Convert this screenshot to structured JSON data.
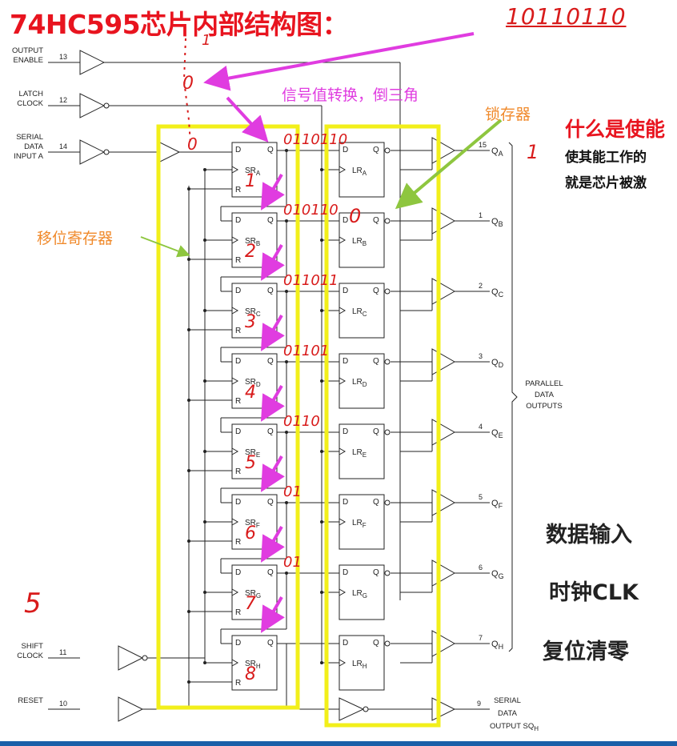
{
  "title": "74HC595芯片内部结构图：",
  "handwritten": {
    "bits": "10110110",
    "five": "5",
    "one": "1",
    "zero": "0",
    "serial_zero": "0",
    "sr_numbers": [
      "1",
      "2",
      "3",
      "4",
      "5",
      "6",
      "7",
      "8"
    ],
    "shift_states": [
      "0110110",
      "010110",
      "011011",
      "01101",
      "0110",
      "01",
      "01"
    ],
    "lr_value": "0"
  },
  "annotations": {
    "value_convert": "信号值转换，倒三角",
    "latch": "锁存器",
    "shift_register": "移位寄存器"
  },
  "side_text": {
    "what_is_enable": "什么是使能",
    "line1": "使其能工作的",
    "line2": "就是芯片被激"
  },
  "inputs": {
    "output_enable": {
      "label1": "OUTPUT",
      "label2": "ENABLE",
      "pin": "13"
    },
    "latch_clock": {
      "label1": "LATCH",
      "label2": "CLOCK",
      "pin": "12"
    },
    "serial_data": {
      "label1": "SERIAL",
      "label2": "DATA",
      "label3": "INPUT A",
      "pin": "14"
    },
    "shift_clock": {
      "label1": "SHIFT",
      "label2": "CLOCK",
      "pin": "11"
    },
    "reset": {
      "label1": "RESET",
      "pin": "10"
    }
  },
  "stages": [
    {
      "sr": "SR",
      "sub": "A",
      "lr": "LR",
      "out_pin": "15",
      "out": "Q",
      "out_sub": "A"
    },
    {
      "sr": "SR",
      "sub": "B",
      "lr": "LR",
      "out_pin": "1",
      "out": "Q",
      "out_sub": "B"
    },
    {
      "sr": "SR",
      "sub": "C",
      "lr": "LR",
      "out_pin": "2",
      "out": "Q",
      "out_sub": "C"
    },
    {
      "sr": "SR",
      "sub": "D",
      "lr": "LR",
      "out_pin": "3",
      "out": "Q",
      "out_sub": "D"
    },
    {
      "sr": "SR",
      "sub": "E",
      "lr": "LR",
      "out_pin": "4",
      "out": "Q",
      "out_sub": "E"
    },
    {
      "sr": "SR",
      "sub": "F",
      "lr": "LR",
      "out_pin": "5",
      "out": "Q",
      "out_sub": "F"
    },
    {
      "sr": "SR",
      "sub": "G",
      "lr": "LR",
      "out_pin": "6",
      "out": "Q",
      "out_sub": "G"
    },
    {
      "sr": "SR",
      "sub": "H",
      "lr": "LR",
      "out_pin": "7",
      "out": "Q",
      "out_sub": "H"
    }
  ],
  "ff_labels": {
    "d": "D",
    "q": "Q",
    "r": "R"
  },
  "parallel": {
    "l1": "PARALLEL",
    "l2": "DATA",
    "l3": "OUTPUTS"
  },
  "serial_out": {
    "l1": "SERIAL",
    "l2": "DATA",
    "l3": "OUTPUT SQ",
    "sub": "H",
    "pin": "9"
  },
  "bottom_labels": {
    "data_in": "数据输入",
    "clk": "时钟CLK",
    "reset": "复位清零"
  },
  "colors": {
    "title": "#e8141f",
    "highlight": "#f2ef1a",
    "arrow_magenta": "#e03ce0",
    "arrow_green": "#8ec63f",
    "hand": "#d81b1b",
    "label_orange": "#f08a2c"
  }
}
